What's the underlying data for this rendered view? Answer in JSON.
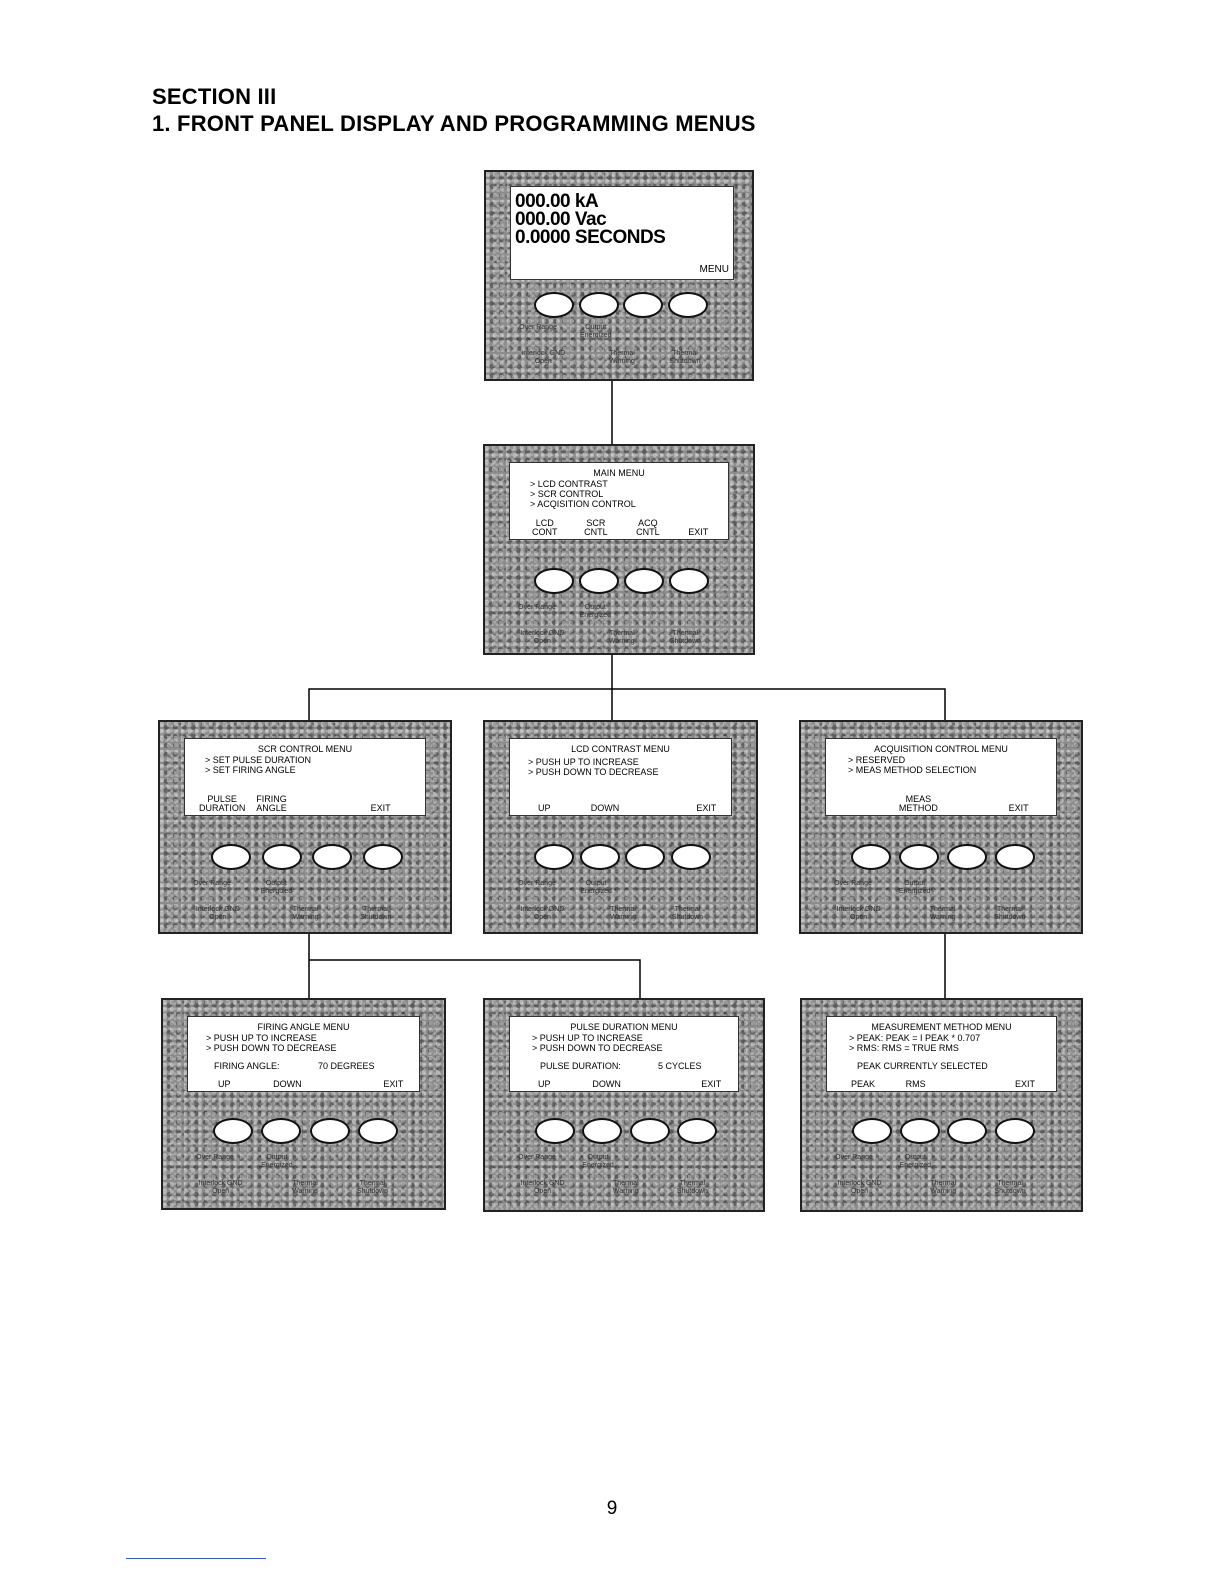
{
  "section": "SECTION III",
  "title": "1. FRONT PANEL DISPLAY AND PROGRAMMING MENUS",
  "page_number": "9",
  "legend": {
    "over_range": "Over Range",
    "output_energized": "Output Energized",
    "interlock_gnd_open": "Interlock GND Open",
    "thermal_warning": "Thermal Warning",
    "thermal_shutdown": "Thermal Shutdown"
  },
  "display": {
    "line1": "000.00 kA",
    "line2": "000.00 Vac",
    "line3": "0.0000 SECONDS",
    "softkey": "MENU"
  },
  "main_menu": {
    "title": "MAIN MENU",
    "items": [
      "> LCD CONTRAST",
      "> SCR CONTROL",
      "> ACQISITION CONTROL"
    ],
    "keys": [
      "LCD\nCONT",
      "SCR\nCNTL",
      "ACQ\nCNTL",
      "EXIT"
    ]
  },
  "scr_menu": {
    "title": "SCR CONTROL MENU",
    "items": [
      "> SET PULSE DURATION",
      "> SET FIRING ANGLE"
    ],
    "keys": [
      "PULSE\nDURATION",
      "FIRING\nANGLE",
      "",
      "EXIT"
    ]
  },
  "lcd_menu": {
    "title": "LCD CONTRAST MENU",
    "items": [
      "> PUSH UP TO INCREASE",
      "> PUSH DOWN TO DECREASE"
    ],
    "keys": [
      "UP",
      "DOWN",
      "",
      "EXIT"
    ]
  },
  "acq_menu": {
    "title": "ACQUISITION CONTROL MENU",
    "items": [
      "> RESERVED",
      "> MEAS METHOD SELECTION"
    ],
    "keys": [
      "",
      "MEAS\nMETHOD",
      "",
      "EXIT"
    ]
  },
  "firing_menu": {
    "title": "FIRING ANGLE MENU",
    "items": [
      "> PUSH UP TO INCREASE",
      "> PUSH DOWN TO DECREASE"
    ],
    "value_label": "FIRING ANGLE:",
    "value": "70 DEGREES",
    "keys": [
      "UP",
      "DOWN",
      "",
      "EXIT"
    ]
  },
  "pulse_menu": {
    "title": "PULSE DURATION MENU",
    "items": [
      "> PUSH UP TO INCREASE",
      "> PUSH DOWN TO DECREASE"
    ],
    "value_label": "PULSE DURATION:",
    "value": "5 CYCLES",
    "keys": [
      "UP",
      "DOWN",
      "",
      "EXIT"
    ]
  },
  "meas_menu": {
    "title": "MEASUREMENT METHOD MENU",
    "items": [
      "> PEAK: PEAK = I PEAK * 0.707",
      "> RMS: RMS = TRUE RMS"
    ],
    "value_label": "PEAK CURRENTLY SELECTED",
    "value": "",
    "keys": [
      "PEAK",
      "RMS",
      "",
      "EXIT"
    ]
  }
}
